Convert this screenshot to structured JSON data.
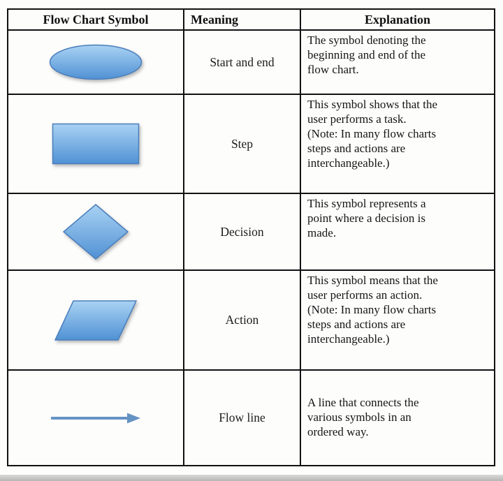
{
  "colors": {
    "shape_fill_light": "#a9d2f3",
    "shape_fill_dark": "#5091d4",
    "shape_border": "#4a7ebb",
    "arrow": "#6593c4",
    "table_border": "#111111"
  },
  "table": {
    "headers": [
      "Flow Chart Symbol",
      "Meaning",
      "Explanation"
    ],
    "rows": [
      {
        "symbol": "ellipse",
        "meaning": "Start and end",
        "explanation": "The symbol denoting the\nbeginning and end of the\nflow chart."
      },
      {
        "symbol": "rectangle",
        "meaning": "Step",
        "explanation": "This symbol shows that the\nuser performs a task.\n(Note: In many flow charts\nsteps and actions are\ninterchangeable.)"
      },
      {
        "symbol": "diamond",
        "meaning": "Decision",
        "explanation": "This symbol represents a\npoint where a decision is\nmade."
      },
      {
        "symbol": "parallelogram",
        "meaning": "Action",
        "explanation": "This symbol means that the\nuser performs an action.\n(Note: In many flow charts\nsteps and actions are\ninterchangeable.)"
      },
      {
        "symbol": "arrow",
        "meaning": "Flow line",
        "explanation": "A line that connects the\nvarious symbols in an\nordered way."
      }
    ]
  }
}
